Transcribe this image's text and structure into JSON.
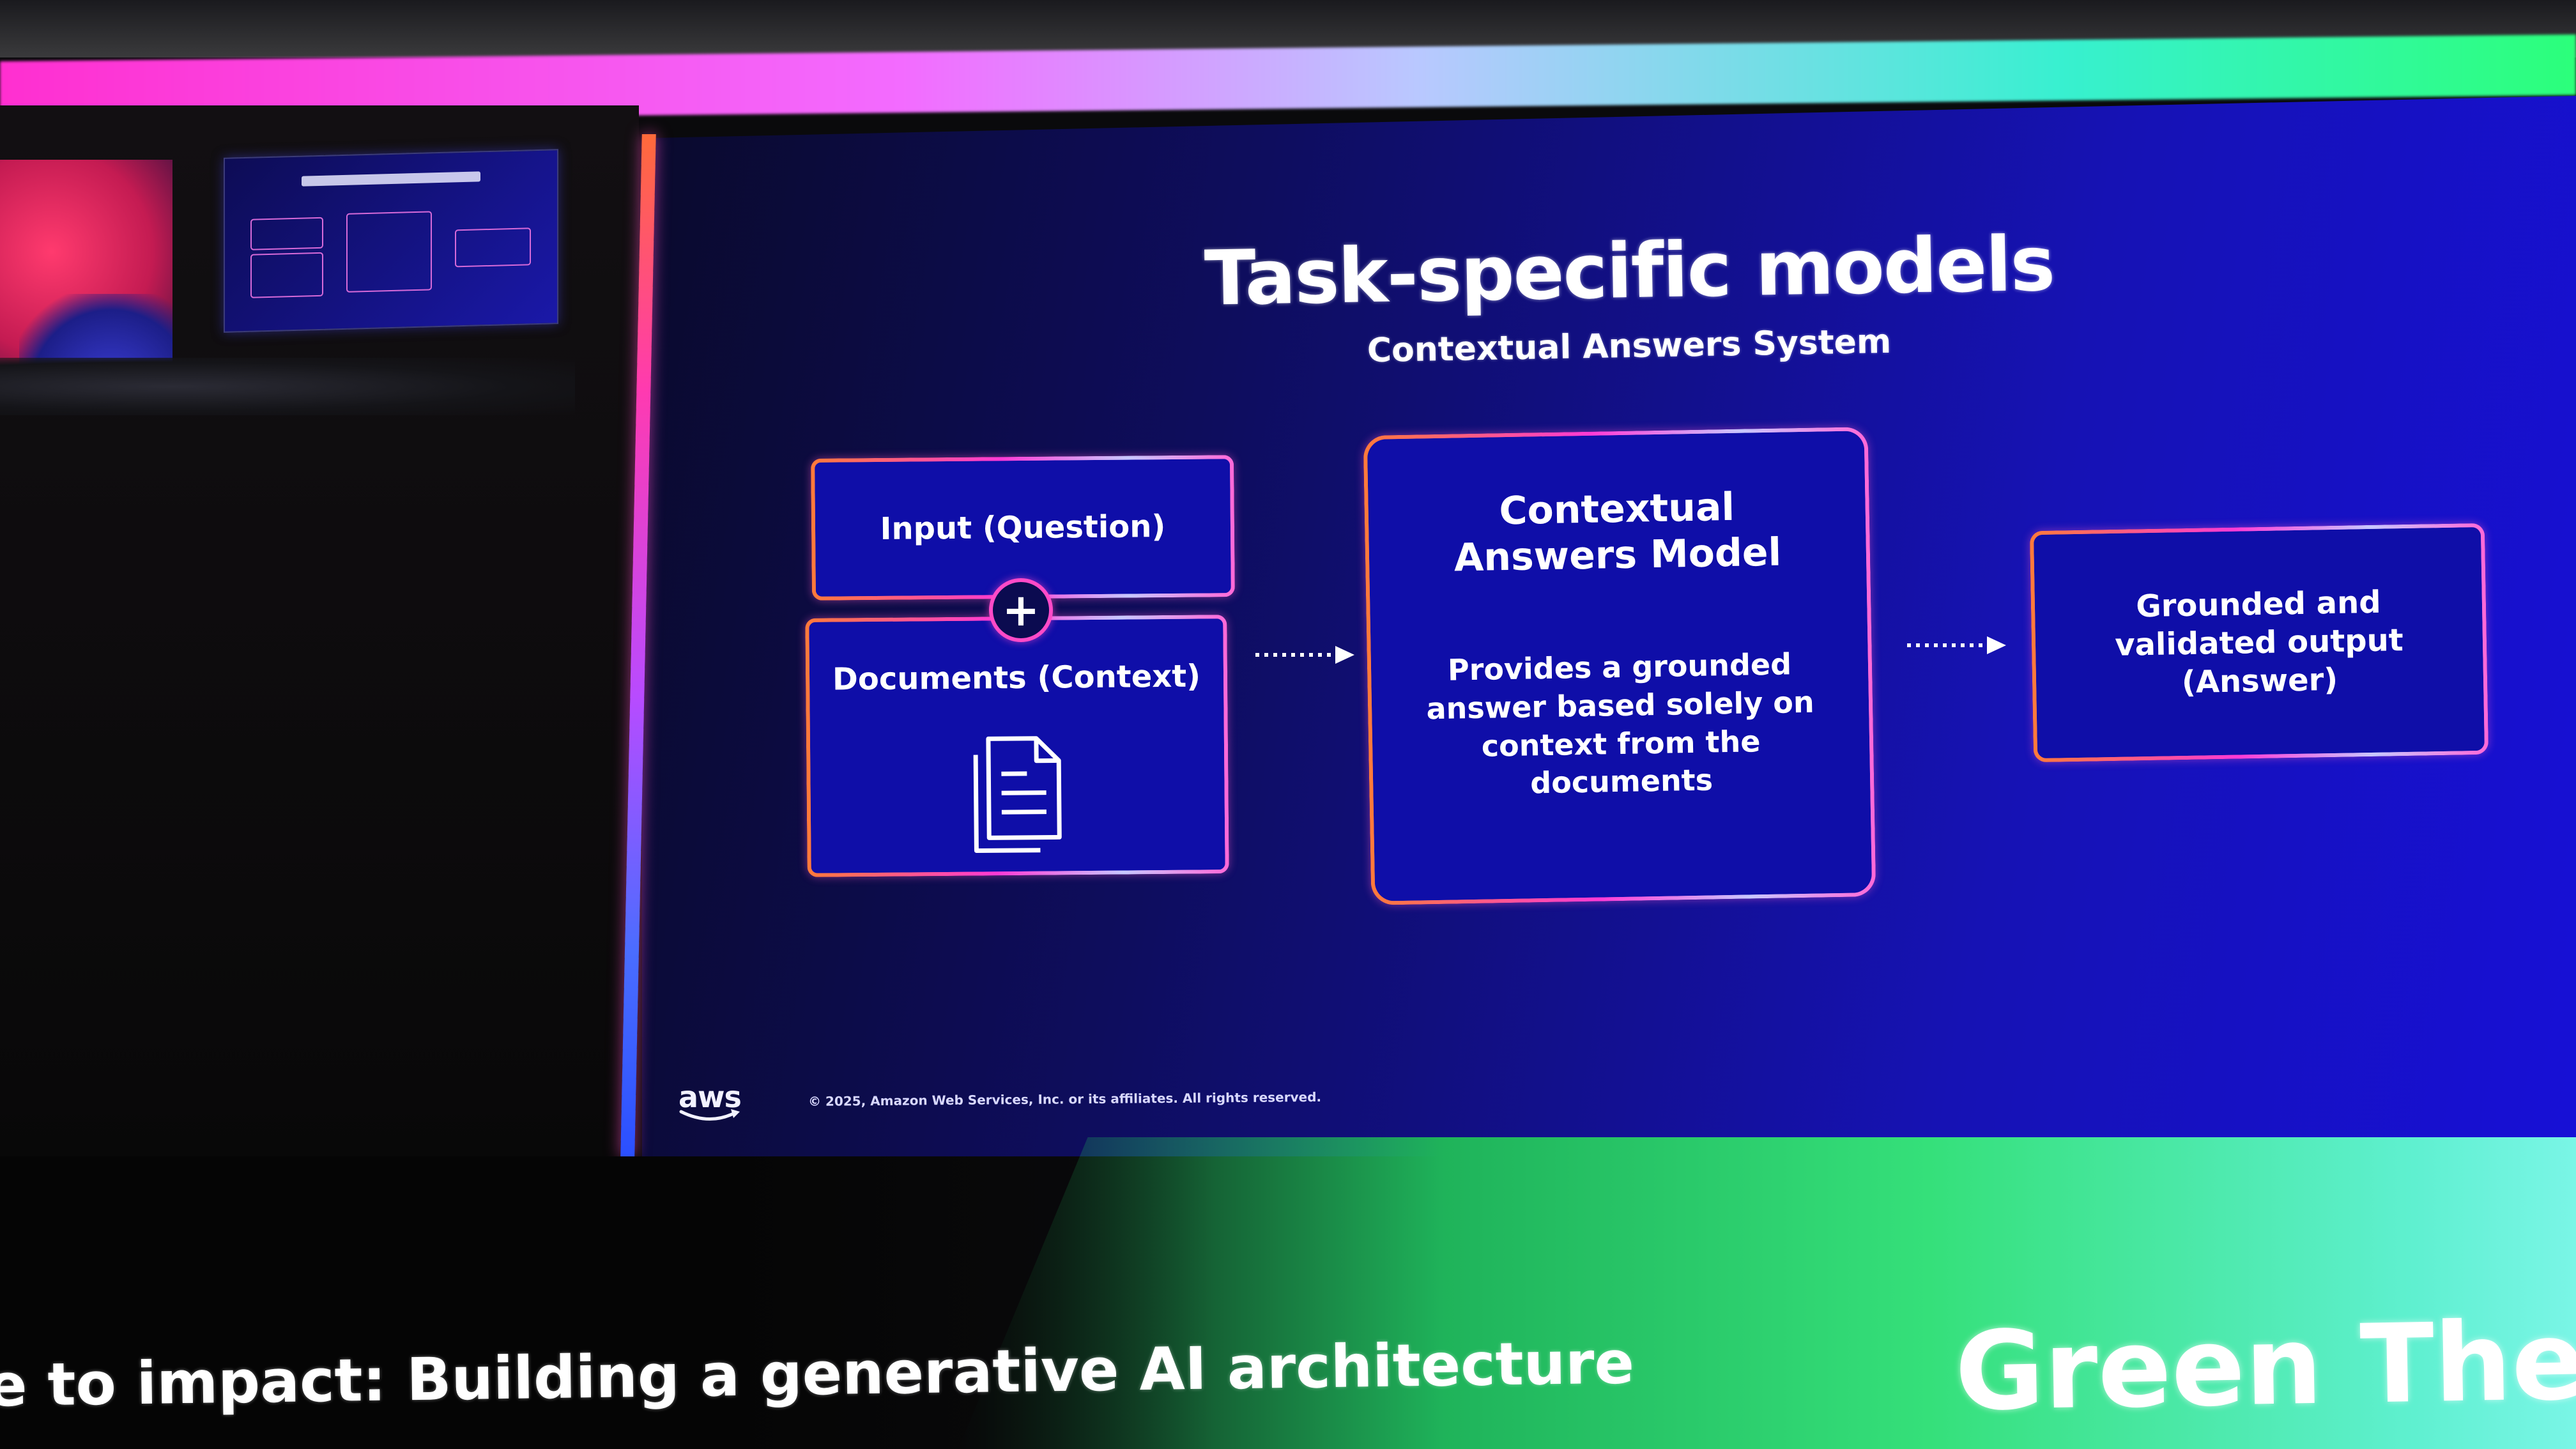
{
  "slide": {
    "title": "Task-specific models",
    "subtitle": "Contextual Answers System",
    "input_label": "Input (Question)",
    "plus_symbol": "+",
    "documents_label": "Documents (Context)",
    "documents_icon": "document-stack-icon",
    "model_title": "Contextual Answers Model",
    "model_description": "Provides a grounded answer based solely on context from the documents",
    "output_label": "Grounded and validated output (Answer)",
    "logo_text": "aws",
    "copyright": "© 2025, Amazon Web Services, Inc. or its affiliates. All rights reserved."
  },
  "session_title": "e to impact: Building a generative AI architecture",
  "venue_label": "Green Theat",
  "colors": {
    "slide_background": "#1612b4",
    "box_fill": "#0f0ea8",
    "box_border_pink": "#ff3ad6",
    "box_border_orange": "#ff7a3a",
    "band_green": "#35e07a",
    "band_pink": "#ff2fd0"
  }
}
